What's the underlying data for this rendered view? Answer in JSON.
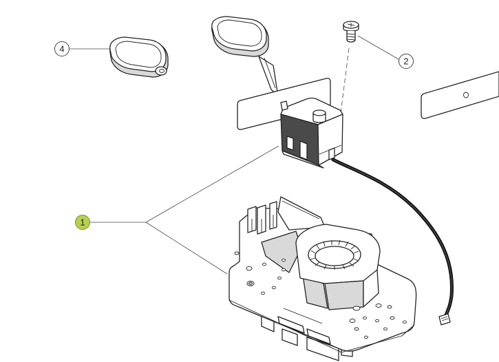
{
  "callouts": [
    {
      "id": "1",
      "label": "1",
      "highlighted": true
    },
    {
      "id": "2",
      "label": "2",
      "highlighted": false
    },
    {
      "id": "4",
      "label": "4",
      "highlighted": false
    }
  ],
  "colors": {
    "highlight_fill": "#b5cf4f",
    "highlight_stroke": "#7a8f2a",
    "line": "#222222",
    "cable": "#111111",
    "face_shade": "#d9d9d9"
  },
  "icons": {
    "pedal_small": "pedal-icon",
    "pedal_large": "pedal-with-rod-icon",
    "screw": "screw-icon",
    "switch_box": "switch-module-icon",
    "base_plate": "mounting-plate-icon",
    "cable": "cable-harness-icon",
    "connector": "connector-icon",
    "bracket": "flat-bracket-icon"
  }
}
